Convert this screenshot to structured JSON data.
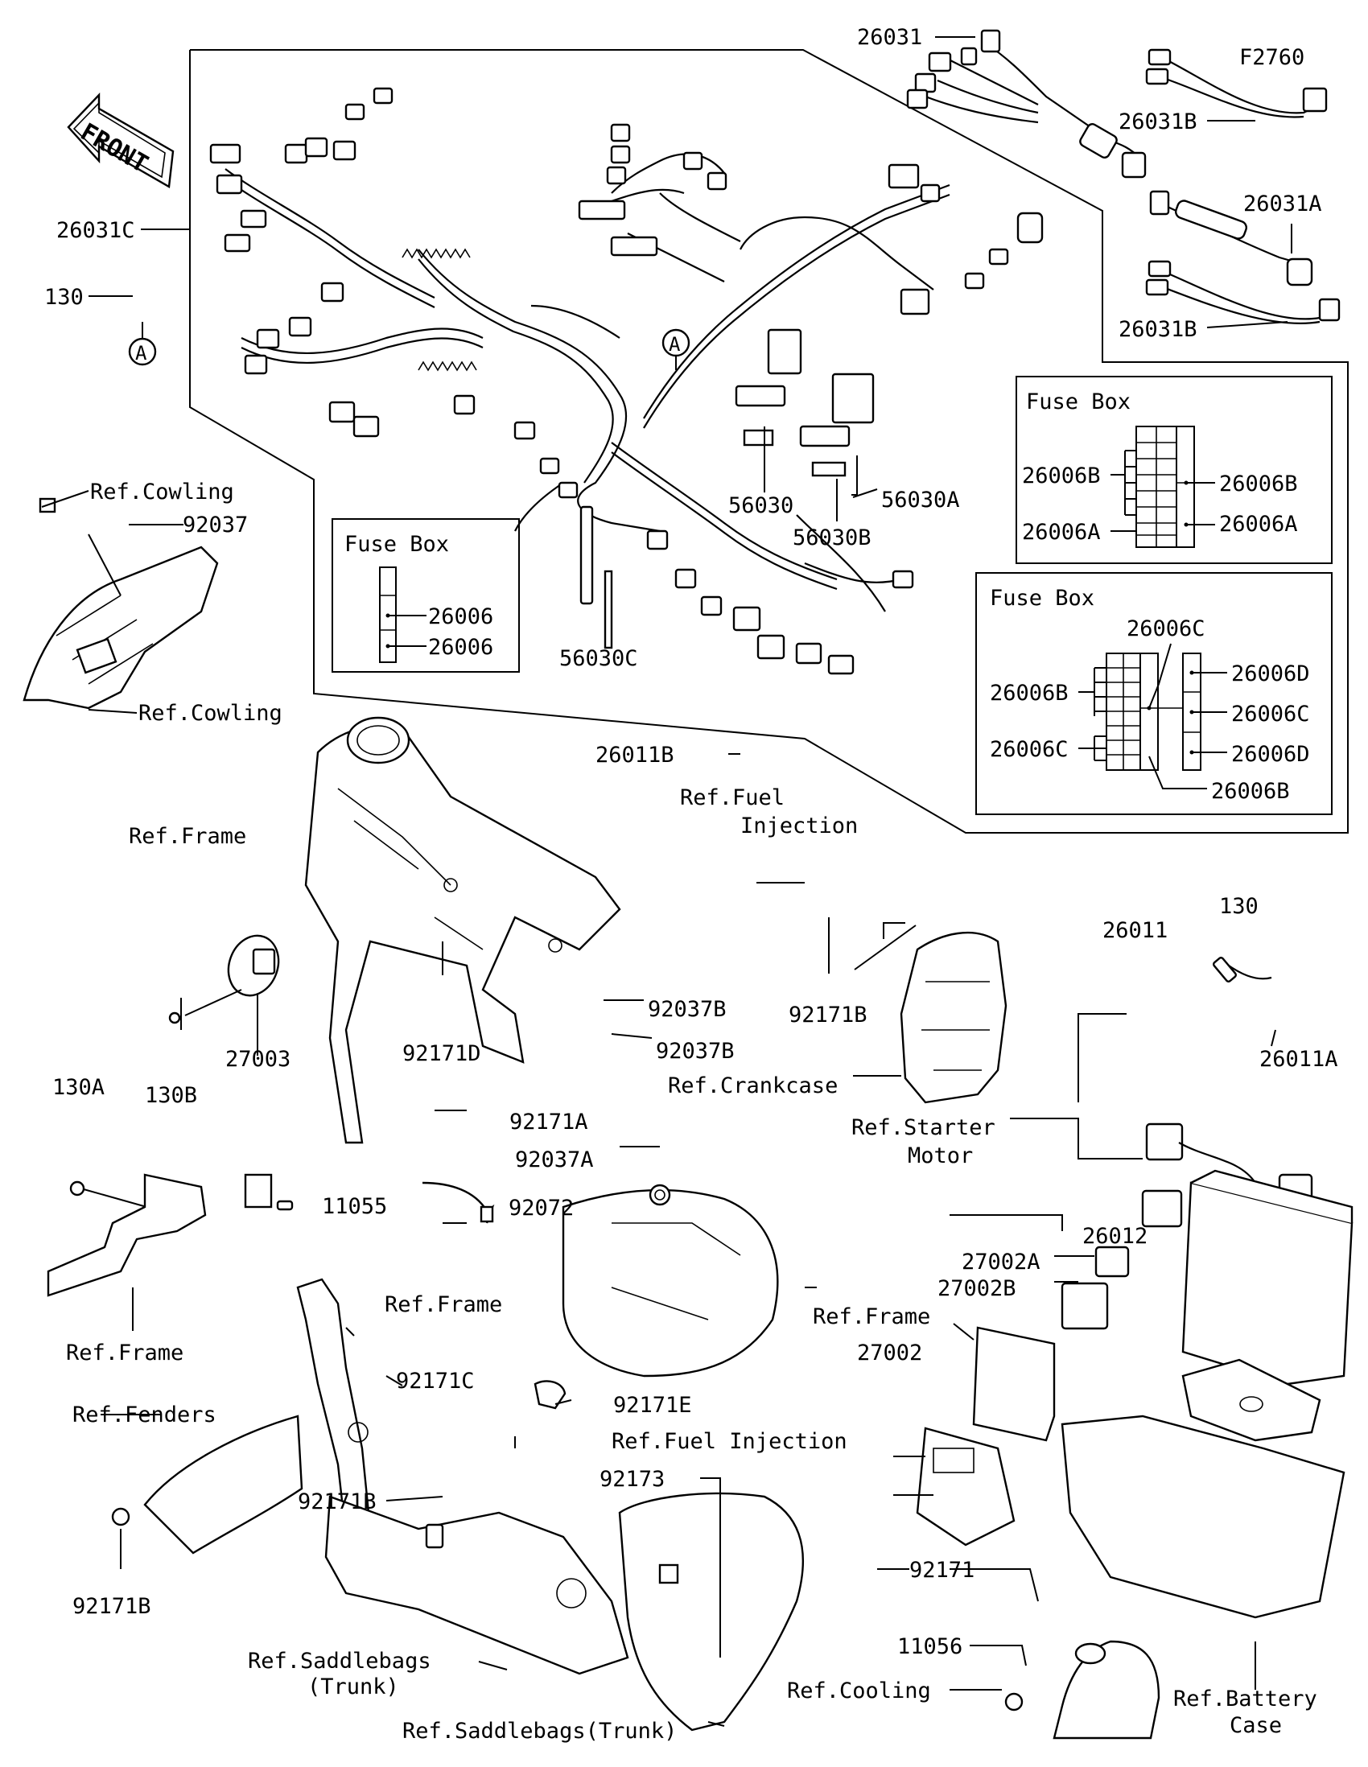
{
  "figure_id": "F2760",
  "front_label": "FRONT",
  "callout_A": "A",
  "labels": {
    "p26031": "26031",
    "p26031B_top": "26031B",
    "p26031A": "26031A",
    "p26031B_bot": "26031B",
    "p26031C": "26031C",
    "p130_top": "130",
    "p56030": "56030",
    "p56030B": "56030B",
    "p56030A": "56030A",
    "p56030C": "56030C",
    "ref_cowling_1": "Ref.Cowling",
    "p92037": "92037",
    "ref_cowling_2": "Ref.Cowling",
    "p26011B": "26011B",
    "ref_fuel_injection_top_1": "Ref.Fuel",
    "ref_fuel_injection_top_2": "Injection",
    "ref_frame_top": "Ref.Frame",
    "p130_right": "130",
    "p26011": "26011",
    "p26011A": "26011A",
    "p27003": "27003",
    "p130B": "130B",
    "p92171D": "92171D",
    "p92037B_1": "92037B",
    "p92037B_2": "92037B",
    "p92171B_mid": "92171B",
    "ref_crankcase": "Ref.Crankcase",
    "ref_starter_1": "Ref.Starter",
    "ref_starter_2": "Motor",
    "p92171A": "92171A",
    "p130A": "130A",
    "p92037A": "92037A",
    "p11055": "11055",
    "p92072": "92072",
    "p26012": "26012",
    "p27002A": "27002A",
    "p27002B": "27002B",
    "ref_frame_mid": "Ref.Frame",
    "ref_frame_left": "Ref.Frame",
    "ref_frame_center": "Ref.Frame",
    "p27002": "27002",
    "p92171C": "92171C",
    "ref_fenders": "Ref.Fenders",
    "p92171E": "92171E",
    "ref_fuel_injection_mid": "Ref.Fuel Injection",
    "p92173": "92173",
    "p92171B_left": "92171B",
    "p92171B_bot": "92171B",
    "p92171": "92171",
    "p11056": "11056",
    "ref_saddle_1": "Ref.Saddlebags",
    "ref_saddle_2": "(Trunk)",
    "ref_cooling": "Ref.Cooling",
    "ref_battery_1": "Ref.Battery",
    "ref_battery_2": "Case",
    "ref_saddle_bot": "Ref.Saddlebags(Trunk)"
  },
  "fuse_box_1": {
    "title": "Fuse Box",
    "left_top": "26006B",
    "left_bot": "26006A",
    "right_top": "26006B",
    "right_bot": "26006A"
  },
  "fuse_box_2": {
    "title": "Fuse Box",
    "top": "26006C",
    "left_top": "26006B",
    "left_bot": "26006C",
    "right_1": "26006D",
    "right_2": "26006C",
    "right_3": "26006D",
    "bottom": "26006B"
  },
  "fuse_box_3": {
    "title": "Fuse Box",
    "label_1": "26006",
    "label_2": "26006"
  }
}
